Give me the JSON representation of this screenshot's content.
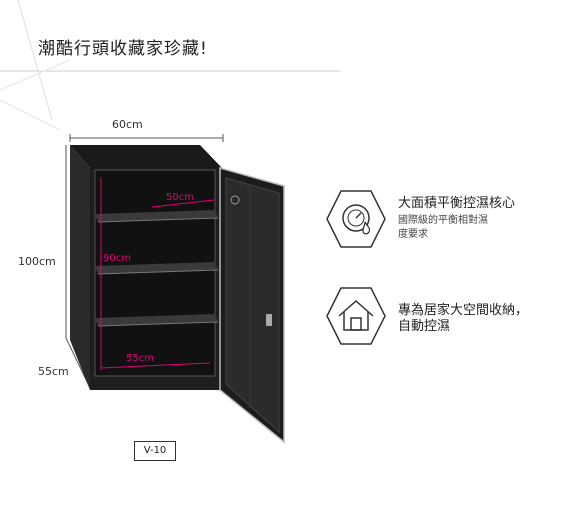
{
  "header": {
    "title": "潮酷行頭收藏家珍藏!"
  },
  "dimensions": {
    "width": "60cm",
    "height": "100cm",
    "depth": "55cm",
    "inner_width": "50cm",
    "inner_height": "90cm",
    "inner_depth": "55cm"
  },
  "features": [
    {
      "icon": "humidity-gauge-icon",
      "title": "大面積平衡控濕核心",
      "desc_lines": [
        "國際級的平衡相對濕",
        "度要求"
      ]
    },
    {
      "icon": "house-icon",
      "title_lines": [
        "專為居家大空間收納，",
        "自動控濕"
      ]
    }
  ],
  "model": {
    "label": "V-10"
  },
  "colors": {
    "accent": "#e0007a",
    "cabinet": "#1e1e1e",
    "outline": "#333333"
  }
}
